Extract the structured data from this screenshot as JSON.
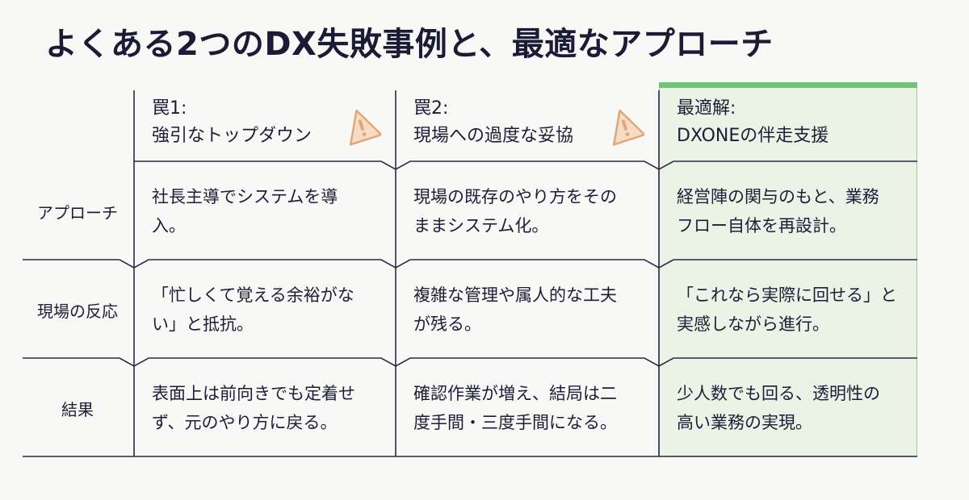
{
  "title": "よくある2つのDX失敗事例と、最適なアプローチ",
  "columns": [
    {
      "line1": "罠1:",
      "line2": "強引なトップダウン",
      "icon": "warning-icon"
    },
    {
      "line1": "罠2:",
      "line2": "現場への過度な妥協",
      "icon": "warning-icon"
    },
    {
      "line1": "最適解:",
      "line2": "DXONEの伴走支援"
    }
  ],
  "rows": [
    {
      "label": "アプローチ",
      "cells": [
        [
          "社長主導でシステムを導",
          "入。"
        ],
        [
          "現場の既存のやり方をその",
          "ままシステム化。"
        ],
        [
          "経営陣の関与のもと、業務",
          "フロー自体を再設計。"
        ]
      ]
    },
    {
      "label": "現場の反応",
      "cells": [
        [
          "「忙しくて覚える余裕がな",
          "い」と抵抗。"
        ],
        [
          "複雑な管理や属人的な工夫",
          "が残る。"
        ],
        [
          "「これなら実際に回せる」と",
          "実感しながら進行。"
        ]
      ]
    },
    {
      "label": "結果",
      "cells": [
        [
          "表面上は前向きでも定着せ",
          "ず、元のやり方に戻る。"
        ],
        [
          "確認作業が増え、結局は二",
          "度手間・三度手間になる。"
        ],
        [
          "少人数でも回る、透明性の",
          "高い業務の実現。"
        ]
      ]
    }
  ],
  "colors": {
    "accent": "#6fc47a",
    "highlight_bg": "#eaf3e6",
    "line": "#2b2b45",
    "warning_fill": "#f6dcc4",
    "warning_stroke": "#e0a77a"
  }
}
